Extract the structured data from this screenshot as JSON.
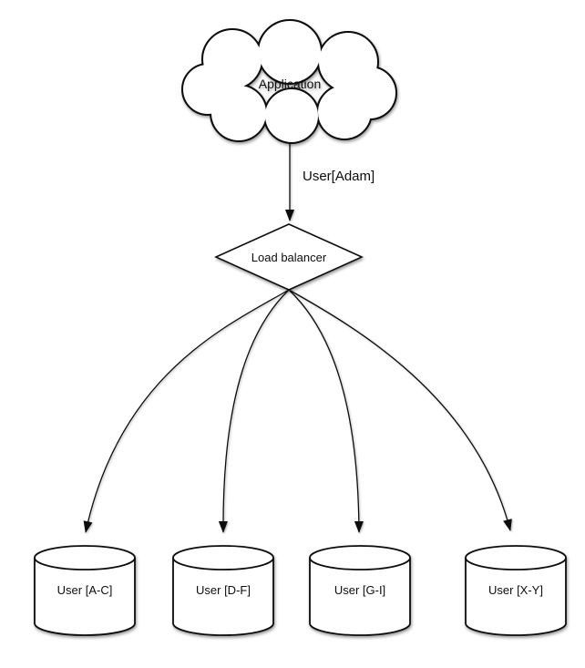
{
  "diagram": {
    "application": {
      "label": "Application",
      "shape": "cloud"
    },
    "request_edge": {
      "label": "User[Adam]"
    },
    "load_balancer": {
      "label": "Load balancer",
      "shape": "diamond"
    },
    "shards": [
      {
        "label": "User [A-C]",
        "shape": "cylinder"
      },
      {
        "label": "User [D-F]",
        "shape": "cylinder"
      },
      {
        "label": "User [G-I]",
        "shape": "cylinder"
      },
      {
        "label": "User [X-Y]",
        "shape": "cylinder"
      }
    ],
    "colors": {
      "stroke": "#0d0d0d",
      "fill": "#ffffff",
      "background": "#ffffff"
    }
  }
}
